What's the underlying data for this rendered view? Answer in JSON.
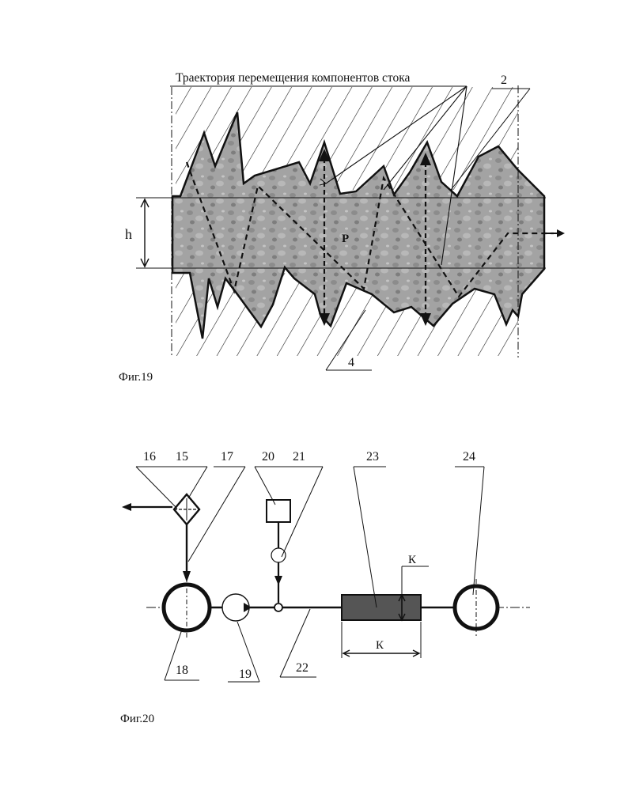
{
  "fig19": {
    "caption": "Фиг.19",
    "title": "Траектория перемещения компонентов стока",
    "label_h": "h",
    "label_p": "P",
    "callout_2": "2",
    "callout_4": "4"
  },
  "fig20": {
    "caption": "Фиг.20",
    "callouts": {
      "c15": "15",
      "c16": "16",
      "c17": "17",
      "c18": "18",
      "c19": "19",
      "c20": "20",
      "c21": "21",
      "c22": "22",
      "c23": "23",
      "c24": "24"
    },
    "dim_k_vertical": "К",
    "dim_k_horizontal": "К"
  },
  "colors": {
    "ink": "#111111",
    "porous_fill": "#9a9a9a",
    "hatch": "#222222",
    "element_23_fill": "#555555"
  }
}
